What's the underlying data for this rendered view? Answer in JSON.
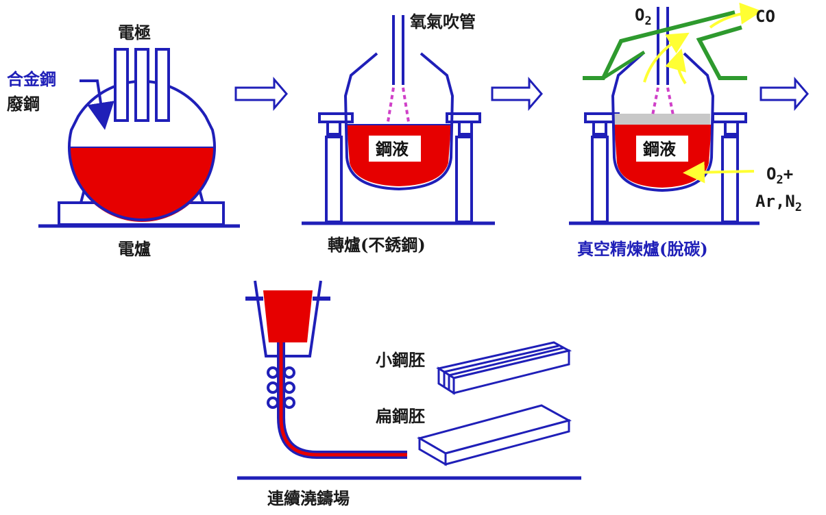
{
  "colors": {
    "outline": "#1f1fb8",
    "molten": "#e60000",
    "hood": "#2e9a2e",
    "gas_arrow": "#ffff33",
    "slag": "#c8c8c8",
    "nozzle_gas": "#d040c8",
    "label_blue": "#1f1fb8",
    "label_black": "#1a1a1a"
  },
  "electric_furnace": {
    "label": "電爐",
    "electrode_label": "電極",
    "alloy_label": "合金鋼",
    "scrap_label": "廢鋼"
  },
  "converter": {
    "label": "轉爐(不銹鋼)",
    "lance_label": "氧氣吹管",
    "melt_label": "鋼液"
  },
  "vacuum_refining": {
    "label": "真空精煉爐(脫碳)",
    "melt_label": "鋼液",
    "o2_top": "O",
    "o2_top_sub": "2",
    "co": "CO",
    "gas_in_1": "O",
    "gas_in_1_sub": "2",
    "gas_in_1_plus": "+",
    "gas_in_2": "Ar,N",
    "gas_in_2_sub": "2"
  },
  "continuous_casting": {
    "label": "連續澆鑄場",
    "billet_label": "小鋼胚",
    "slab_label": "扁鋼胚"
  },
  "flow_arrows": [
    "arrow-1",
    "arrow-2",
    "arrow-3"
  ]
}
